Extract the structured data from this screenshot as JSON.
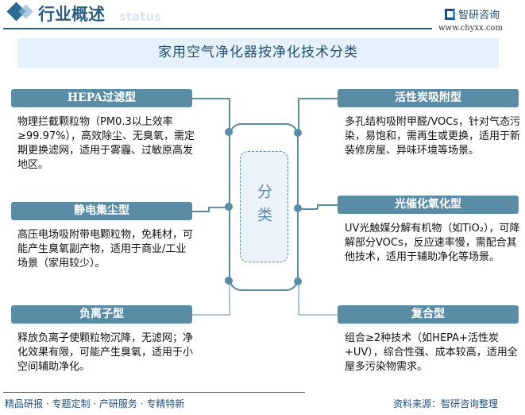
{
  "header": {
    "title": "行业概述",
    "subtitle_watermark": "status",
    "logo_text": "智研咨询",
    "url": "www.chyxx.com"
  },
  "banner": {
    "title": "家用空气净化器按净化技术分类"
  },
  "center": {
    "label": "分类"
  },
  "categories": [
    {
      "name": "HEPA过滤型",
      "desc": "物理拦截颗粒物（PM0.3以上效率≥99.97%），高效除尘、无臭氧，需定期更换滤网，适用于雾霾、过敏原高发地区。"
    },
    {
      "name": "静电集尘型",
      "desc": "高压电场吸附带电颗粒物，免耗材，可能产生臭氧副产物，适用于商业/工业场景（家用较少）。"
    },
    {
      "name": "负离子型",
      "desc": "释放负离子使颗粒物沉降，无滤网；净化效果有限，可能产生臭氧，适用于小空间辅助净化。"
    },
    {
      "name": "活性炭吸附型",
      "desc": "多孔结构吸附甲醛/VOCs，针对气态污染，易饱和，需再生或更换，适用于新装修房屋、异味环境等场景。"
    },
    {
      "name": "光催化氧化型",
      "desc": "UV光触媒分解有机物（如TiO₂），可降解部分VOCs，反应速率慢，需配合其他技术，适用于辅助净化等场景。"
    },
    {
      "name": "复合型",
      "desc": "组合≥2种技术（如HEPA+活性炭+UV），综合性强、成本较高，适用全屋多污染物需求。"
    }
  ],
  "footer": {
    "tagline": "精品研报 · 专题定制 · 产研服务 · 专精特新",
    "source": "资料来源：智研咨询整理"
  }
}
